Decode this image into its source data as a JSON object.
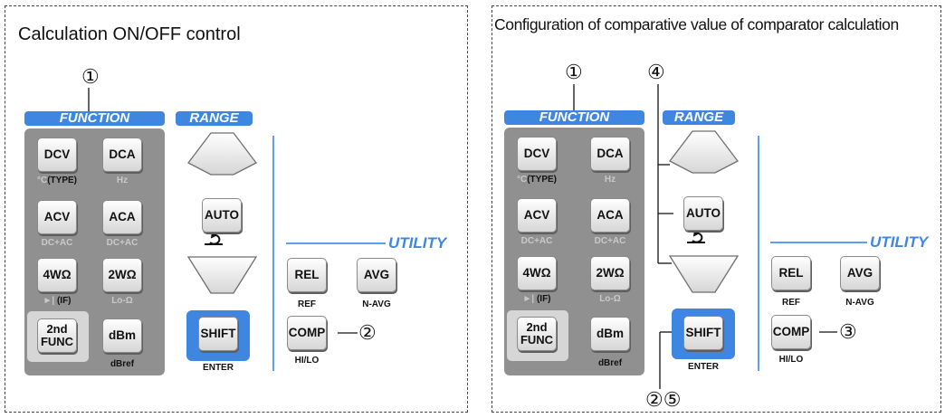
{
  "left": {
    "title": "Calculation ON/OFF control",
    "function_label": "FUNCTION",
    "range_label": "RANGE",
    "utility_label": "UTILITY",
    "keys": {
      "dcv": "DCV",
      "dca": "DCA",
      "acv": "ACV",
      "aca": "ACA",
      "4w": "4WΩ",
      "2w": "2WΩ",
      "2nd": "2nd FUNC",
      "dbm": "dBm",
      "auto": "AUTO",
      "shift": "SHIFT",
      "rel": "REL",
      "avg": "AVG",
      "comp": "COMP"
    },
    "sublabels": {
      "dcv_c": "°C",
      "dcv_type": "(TYPE)",
      "dca": "Hz",
      "acv": "DC+AC",
      "aca": "DC+AC",
      "4w_if": "(IF)",
      "2w": "Lo-Ω",
      "dbm": "dBref",
      "shift": "ENTER",
      "rel": "REF",
      "avg": "N-AVG",
      "comp": "HI/LO"
    },
    "markers": {
      "m1": "①",
      "m2": "②"
    }
  },
  "right": {
    "title": "Configuration of comparative value of comparator calculation",
    "function_label": "FUNCTION",
    "range_label": "RANGE",
    "utility_label": "UTILITY",
    "keys": {
      "dcv": "DCV",
      "dca": "DCA",
      "acv": "ACV",
      "aca": "ACA",
      "4w": "4WΩ",
      "2w": "2WΩ",
      "2nd": "2nd FUNC",
      "dbm": "dBm",
      "auto": "AUTO",
      "shift": "SHIFT",
      "rel": "REL",
      "avg": "AVG",
      "comp": "COMP"
    },
    "sublabels": {
      "dcv_c": "°C",
      "dcv_type": "(TYPE)",
      "dca": "Hz",
      "acv": "DC+AC",
      "aca": "DC+AC",
      "4w_if": "(IF)",
      "2w": "Lo-Ω",
      "dbm": "dBref",
      "shift": "ENTER",
      "rel": "REF",
      "avg": "N-AVG",
      "comp": "HI/LO"
    },
    "markers": {
      "m1": "①",
      "m4": "④",
      "m3": "③",
      "m25": "②⑤"
    }
  }
}
